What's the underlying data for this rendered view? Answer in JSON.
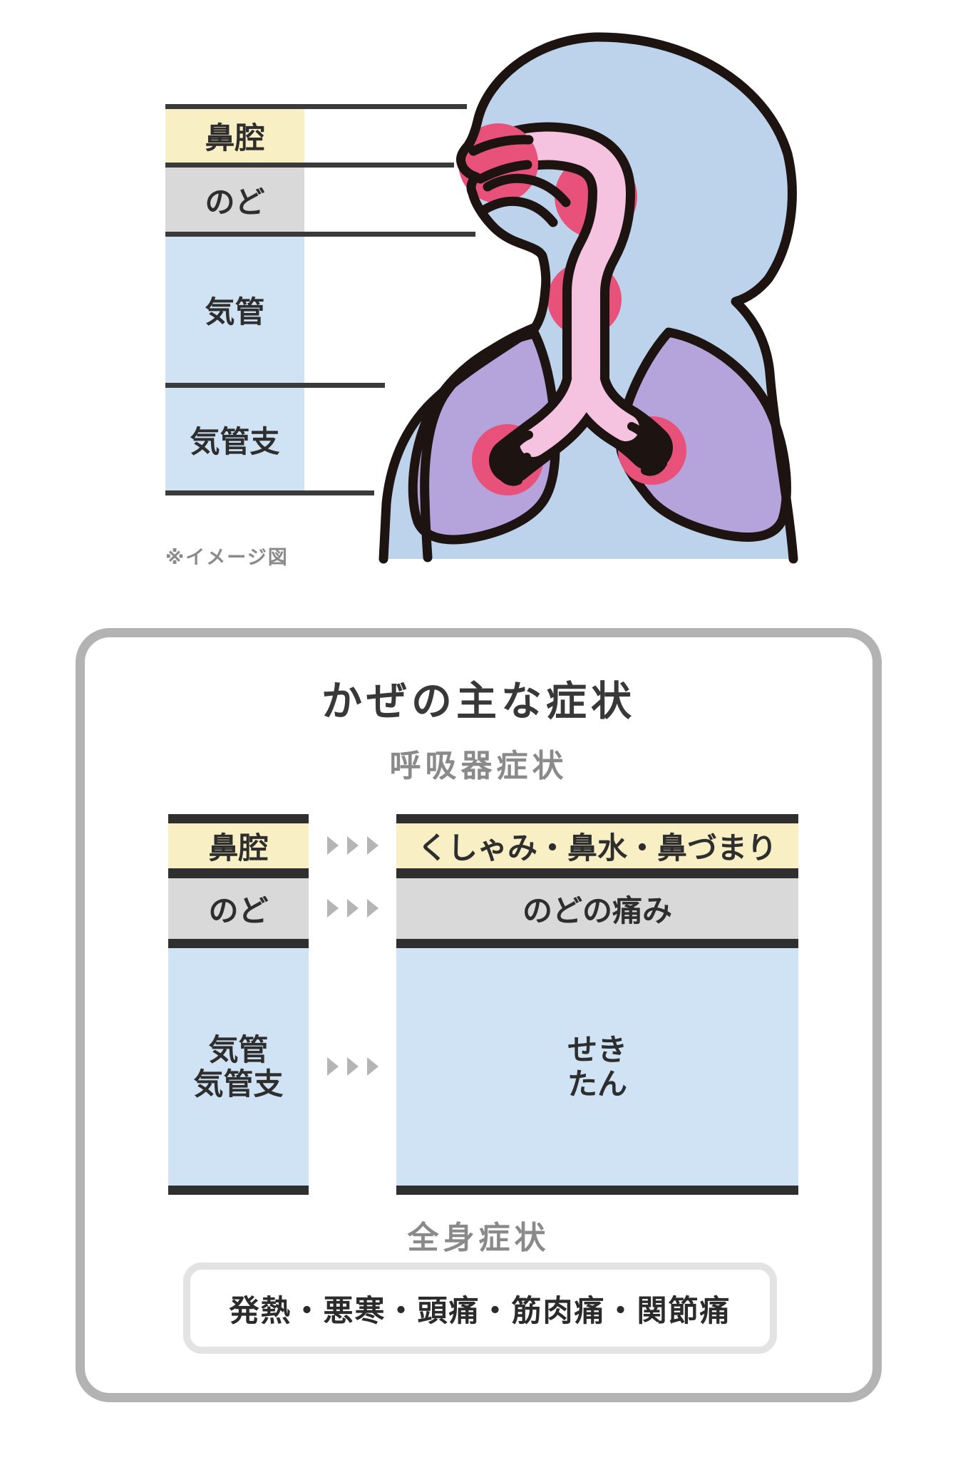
{
  "top_figure": {
    "note": "※イメージ図",
    "labels": [
      {
        "text": "鼻腔",
        "bg": "#f9efc4"
      },
      {
        "text": "のど",
        "bg": "#d9d9d9"
      },
      {
        "text": "気管",
        "bg": "#cfe3f5"
      },
      {
        "text": "気管支",
        "bg": "#cfe3f5"
      }
    ],
    "illustration_parts": {
      "body": "human-upper-body-profile",
      "lungs": "lungs",
      "airway": "nasal-passage-throat-trachea-bronchi",
      "infection_spots": "red-inflammation-circles"
    }
  },
  "panel": {
    "title": "かぜの主な症状",
    "respiratory_heading": "呼吸器症状",
    "rows": [
      {
        "organ": "鼻腔",
        "symptom": "くしゃみ・鼻水・鼻づまり",
        "bg": "#f9efc4"
      },
      {
        "organ": "のど",
        "symptom": "のどの痛み",
        "bg": "#d9d9d9"
      },
      {
        "organ_lines": [
          "気管",
          "気管支"
        ],
        "symptom_lines": [
          "せき",
          "たん"
        ],
        "bg": "#cfe3f5"
      }
    ],
    "systemic_heading": "全身症状",
    "systemic_symptoms": "発熱・悪寒・頭痛・筋肉痛・関節痛"
  },
  "colors": {
    "row_yellow": "#f9efc4",
    "row_gray": "#d9d9d9",
    "row_blue": "#cfe3f5",
    "divider_bar": "#2f2f2f",
    "body_blue": "#bdd3ec",
    "lung_purple": "#b5a4dc",
    "airway_pink": "#f5c3e0",
    "infection_red": "#e8517a",
    "outline_black": "#1d1412",
    "panel_border_gray": "#b3b3b3",
    "arrow_gray": "#b5b5b5",
    "heading_gray": "#8a8a8a",
    "systemic_box_border": "#e3e3e3"
  }
}
